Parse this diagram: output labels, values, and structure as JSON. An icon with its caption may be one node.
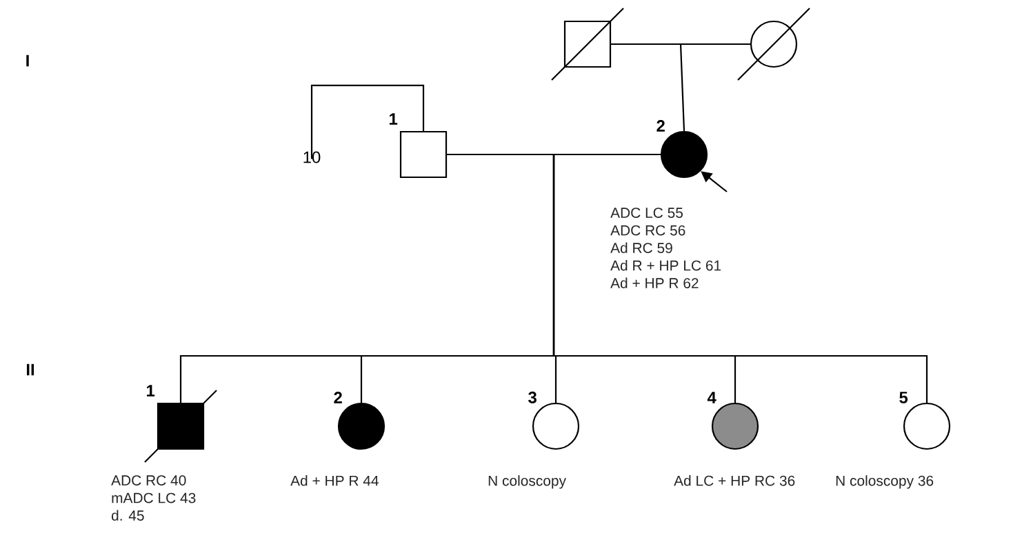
{
  "diagram": {
    "nodes": [
      {
        "text": [],
        "shape": "box"
      },
      {
        "text": [],
        "shape": "circle"
      },
      {
        "text": [
          "1"
        ]
      },
      {
        "text": [
          "2"
        ],
        "beside": [
          "ADC LC 55",
          "ADC RC 56",
          "Ad RC 59",
          "Ad R + HP LC 61",
          "Ad + HP R 62"
        ]
      },
      {
        "text": [
          "10"
        ]
      },
      {
        "text": [
          "1"
        ],
        "beside": [
          "ADC RC 40",
          "mADC LC 43",
          "d. 45"
        ]
      },
      {
        "text": [
          "2"
        ],
        "beside": [
          "Ad + HP R 44"
        ]
      },
      {
        "text": [
          "3"
        ],
        "beside": [
          "N coloscopy"
        ]
      },
      {
        "text": [
          "4"
        ],
        "beside": [
          "Ad LC + HP RC 36"
        ]
      },
      {
        "text": [
          "5"
        ],
        "beside": [
          "N coloscopy 36"
        ]
      }
    ],
    "edges": [
      {
        "from": 0,
        "to": 1,
        "arrow": "none"
      },
      {
        "from": 0,
        "to": 3,
        "arrow": "none"
      },
      {
        "from": 1,
        "to": 3,
        "arrow": "none"
      },
      {
        "from": 2,
        "to": 4,
        "arrow": "none"
      },
      {
        "from": 2,
        "to": 3,
        "arrow": "none"
      },
      {
        "from": 2,
        "to": 5,
        "arrow": "none"
      },
      {
        "from": 3,
        "to": 5,
        "arrow": "none"
      },
      {
        "from": 2,
        "to": 6,
        "arrow": "none"
      },
      {
        "from": 3,
        "to": 6,
        "arrow": "none"
      },
      {
        "from": 2,
        "to": 7,
        "arrow": "none"
      },
      {
        "from": 3,
        "to": 7,
        "arrow": "none"
      },
      {
        "from": 2,
        "to": 8,
        "arrow": "none"
      },
      {
        "from": 3,
        "to": 8,
        "arrow": "none"
      },
      {
        "from": 2,
        "to": 9,
        "arrow": "none"
      },
      {
        "from": 3,
        "to": 9,
        "arrow": "none"
      },
      {
        "from": null,
        "to": 3,
        "arrow": "to"
      }
    ],
    "labels": [
      "I",
      "II"
    ]
  }
}
